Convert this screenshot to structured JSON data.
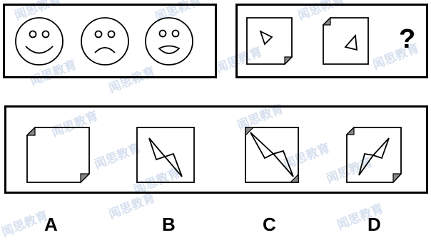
{
  "watermark_text": "闻思教育",
  "question_mark": "?",
  "options": [
    {
      "label": "A"
    },
    {
      "label": "B"
    },
    {
      "label": "C"
    },
    {
      "label": "D"
    }
  ],
  "faces": [
    {
      "expression": "smile"
    },
    {
      "expression": "frown"
    },
    {
      "expression": "open-mouth"
    }
  ],
  "colors": {
    "ink": "#000000",
    "corner_fold": "#888888",
    "watermark": "#c9d6ea"
  }
}
